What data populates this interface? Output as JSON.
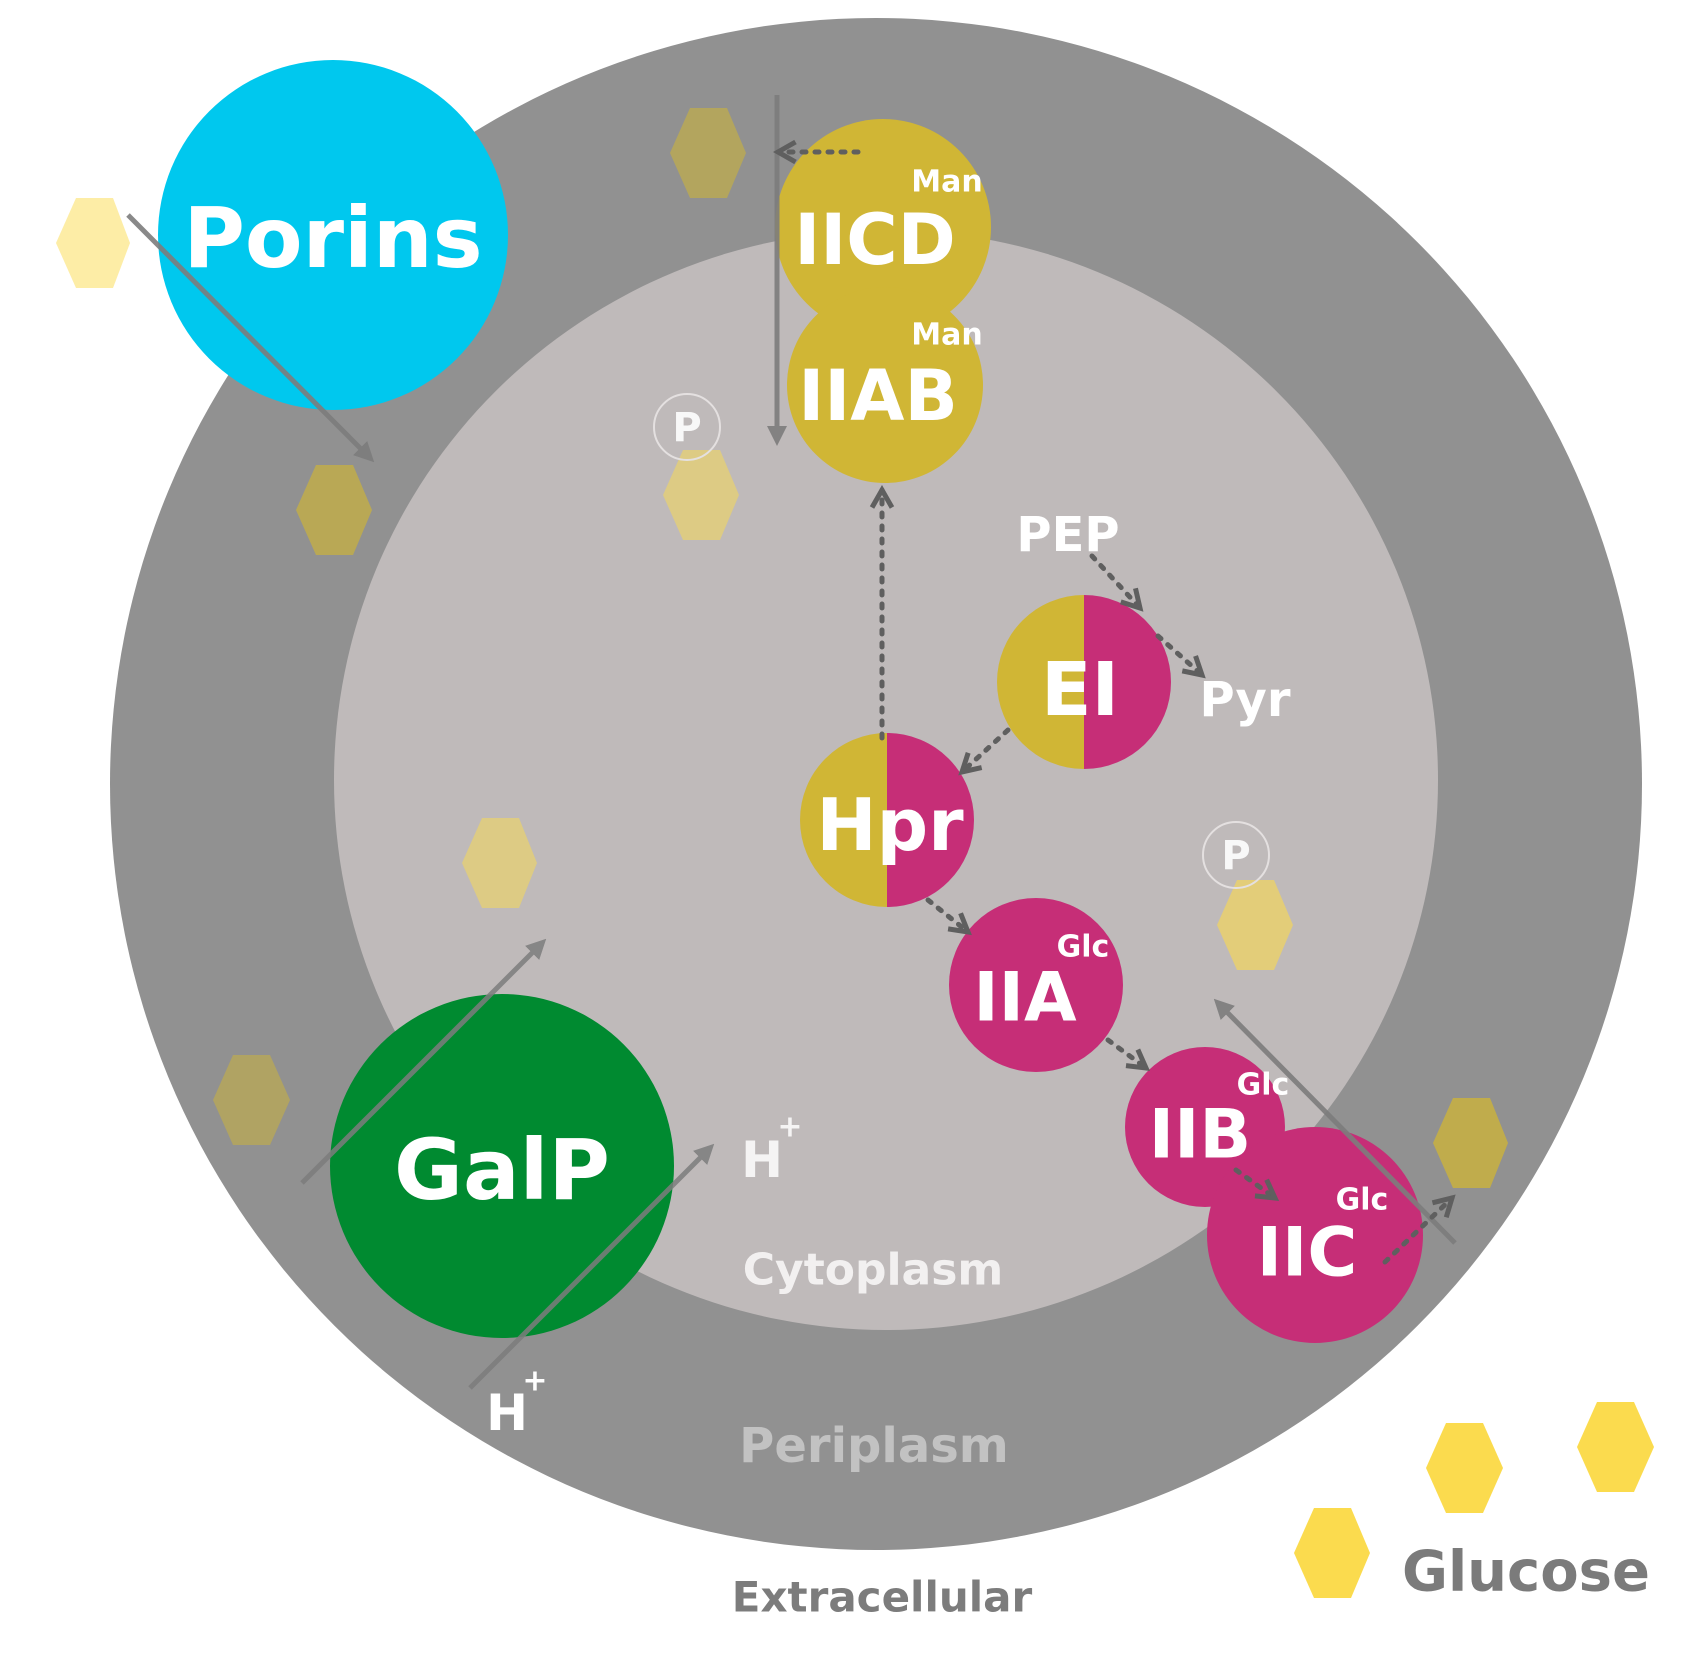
{
  "regions": {
    "periplasm": "Periplasm",
    "cytoplasm": "Cytoplasm",
    "extracellular": "Extracellular"
  },
  "proteins": {
    "porins": "Porins",
    "galp": "GalP",
    "iicd": {
      "label": "IICD",
      "sup": "Man"
    },
    "iiab": {
      "label": "IIAB",
      "sup": "Man"
    },
    "ei": "EI",
    "hpr": "Hpr",
    "iia": {
      "label": "IIA",
      "sup": "Glc"
    },
    "iib": {
      "label": "IIB",
      "sup": "Glc"
    },
    "iic": {
      "label": "IIC",
      "sup": "Glc"
    }
  },
  "metabolites": {
    "pep": "PEP",
    "pyr": "Pyr",
    "phosphate": "P",
    "proton": "H",
    "proton_charge": "+"
  },
  "legend": {
    "glucose": "Glucose"
  },
  "colors": {
    "outer_membrane": "#919191",
    "cytoplasm": "#bfbaba",
    "porins": "#00c8ee",
    "galp": "#008a30",
    "mannose_system": "#d0b635",
    "glucose_system": "#c62e77",
    "glucose_hex": "#fbdb4e",
    "arrow": "#7d7d7d"
  }
}
